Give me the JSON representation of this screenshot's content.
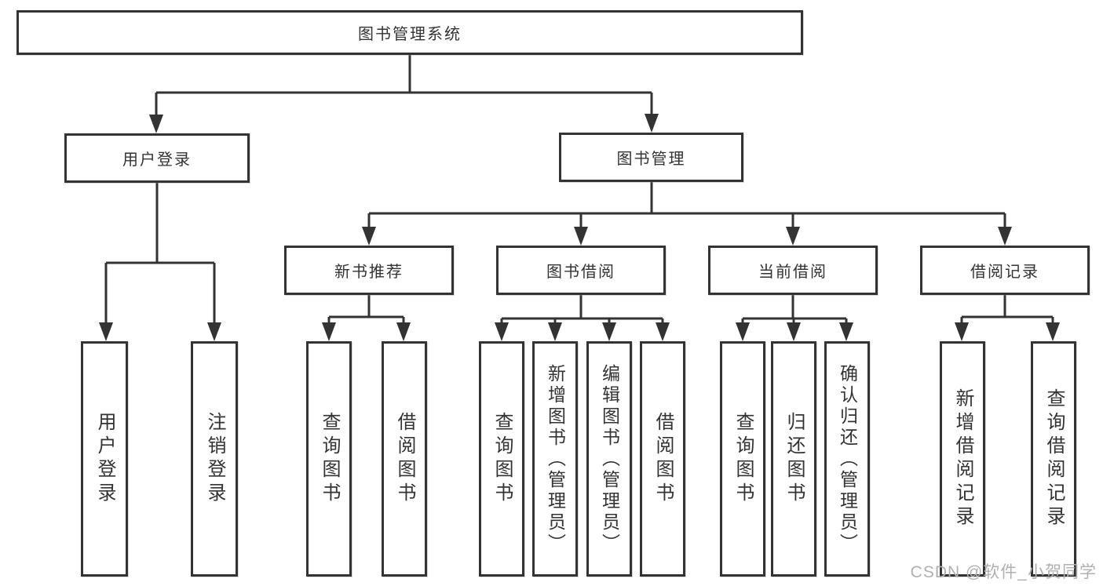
{
  "colors": {
    "line": "#333333",
    "text": "#333333",
    "box_fill": "#ffffff",
    "background": "#ffffff",
    "watermark": "#b0b0b0"
  },
  "tree": {
    "root": "图书管理系统",
    "branches": [
      {
        "label": "用户登录",
        "leaves": [
          "用户登录",
          "注销登录"
        ]
      },
      {
        "label": "图书管理",
        "groups": [
          {
            "label": "新书推荐",
            "leaves": [
              "查询图书",
              "借阅图书"
            ]
          },
          {
            "label": "图书借阅",
            "leaves": [
              "查询图书",
              "新增图书（管理员）",
              "编辑图书（管理员）",
              "借阅图书"
            ]
          },
          {
            "label": "当前借阅",
            "leaves": [
              "查询图书",
              "归还图书",
              "确认归还（管理员）"
            ]
          },
          {
            "label": "借阅记录",
            "leaves": [
              "新增借阅记录",
              "查询借阅记录"
            ]
          }
        ]
      }
    ]
  },
  "watermark": "CSDN @软件_小贺同学"
}
